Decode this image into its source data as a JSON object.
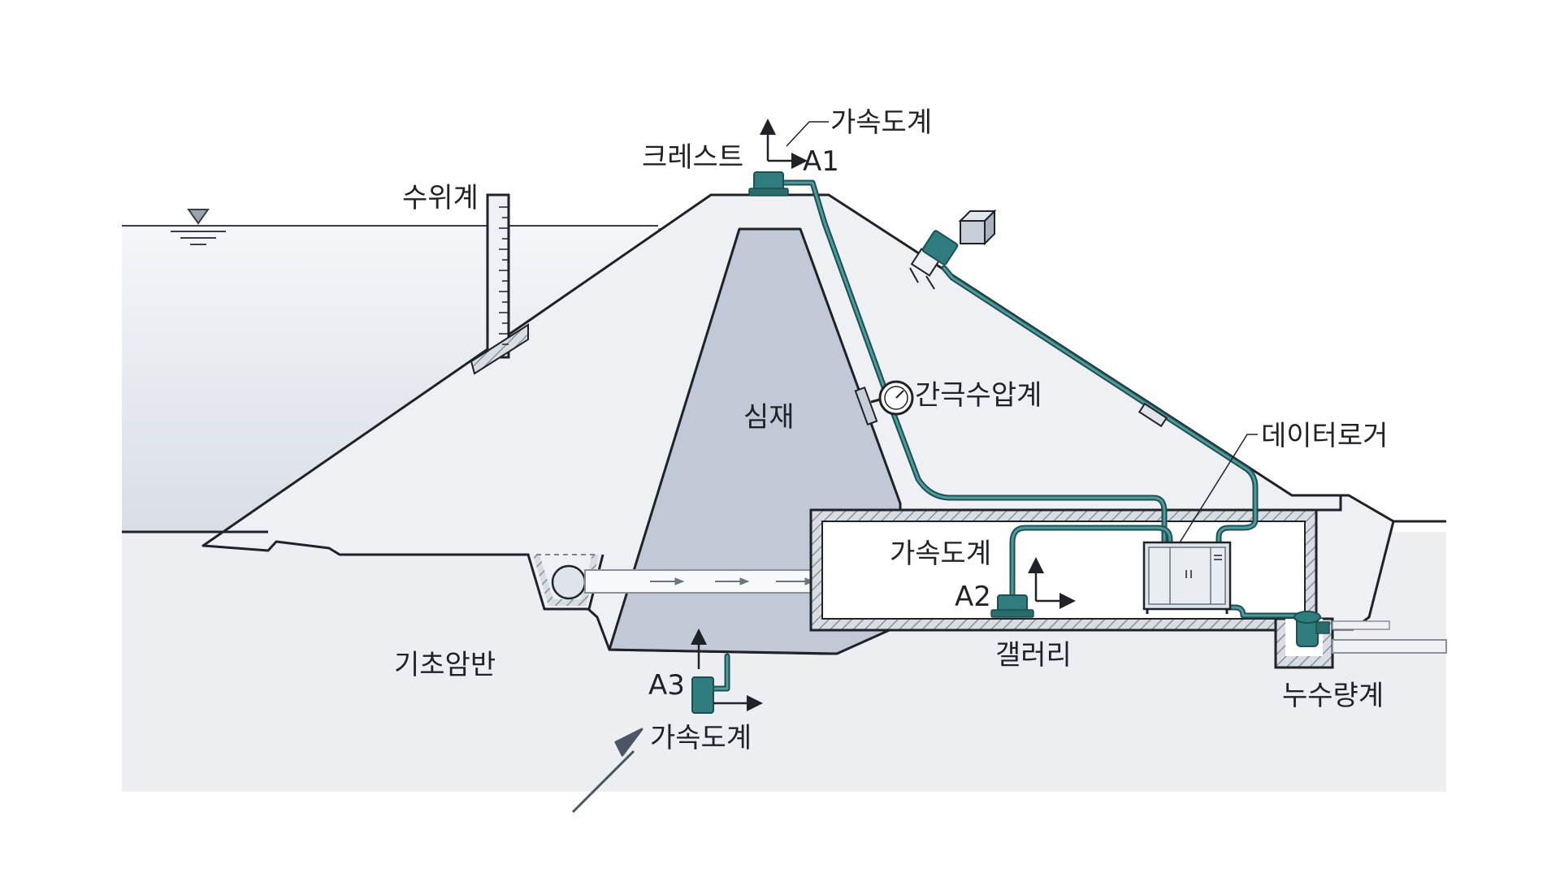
{
  "labels": {
    "crest": "크레스트",
    "accel_top": "가속도계",
    "a1": "A1",
    "water_gauge": "수위계",
    "piezometer": "간극수압계",
    "core": "심재",
    "data_logger": "데이터로거",
    "accel_gallery": "가속도계",
    "a2": "A2",
    "gallery": "갤러리",
    "foundation": "기초암반",
    "a3": "A3",
    "accel_foundation": "가속도계",
    "leakage_meter": "누수량계"
  },
  "colors": {
    "water": "#dfe3ea",
    "embankment": "#eef0f3",
    "core": "#c2c9d6",
    "sensor": "#2f7d7e",
    "cable": "#1e4f52",
    "line": "#1f2328"
  }
}
